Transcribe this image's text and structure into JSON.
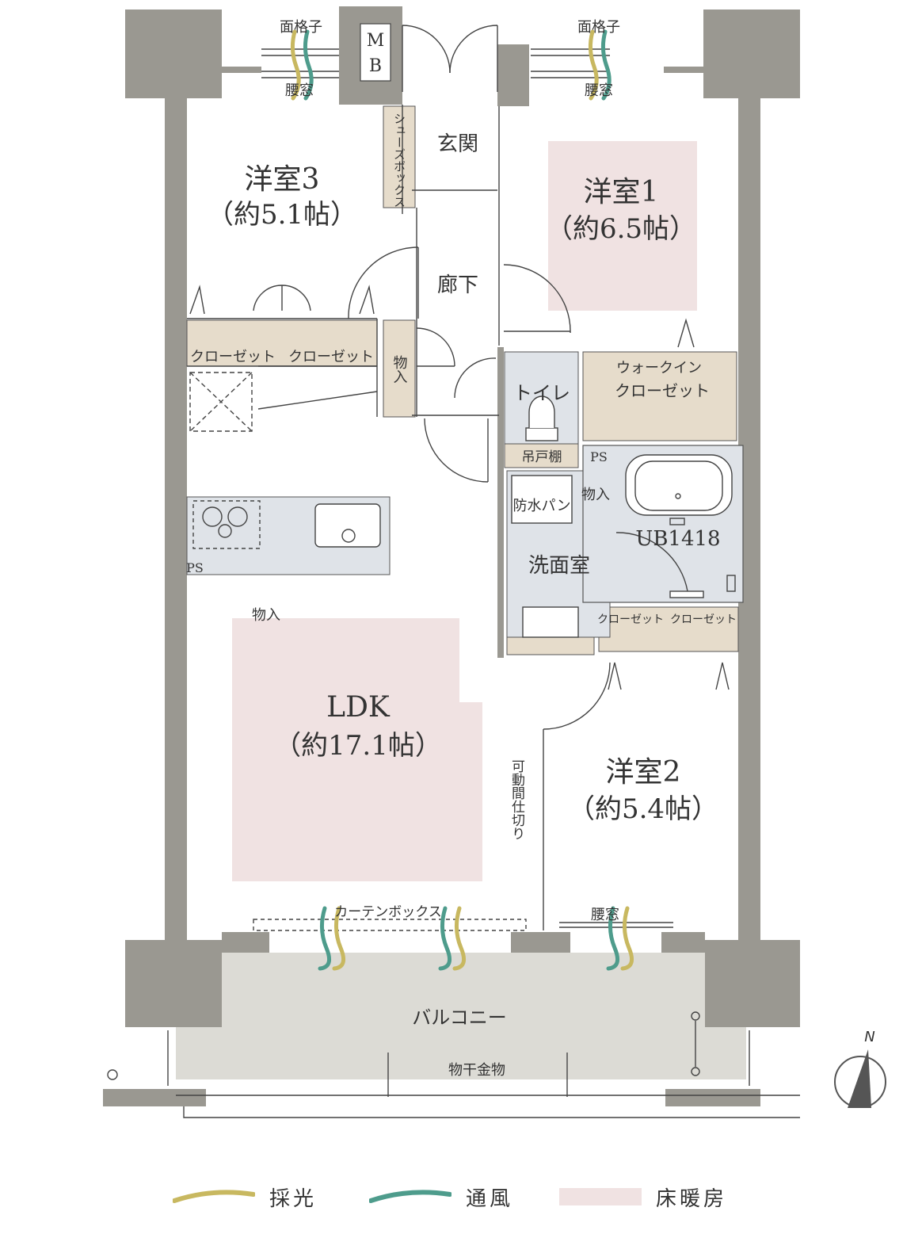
{
  "rooms": {
    "western3": {
      "name": "洋室3",
      "size": "（約5.1帖）"
    },
    "western1": {
      "name": "洋室1",
      "size": "（約6.5帖）"
    },
    "western2": {
      "name": "洋室2",
      "size": "（約5.4帖）"
    },
    "ldk": {
      "name": "LDK",
      "size": "（約17.1帖）"
    },
    "entrance": "玄関",
    "hallway": "廊下",
    "toilet": "トイレ",
    "washroom": "洗面室",
    "bath": "UB1418",
    "balcony": "バルコニー",
    "mb": {
      "m": "M",
      "b": "B"
    }
  },
  "labels": {
    "lattice_left": "面格子",
    "lattice_right": "面格子",
    "waist_window_left": "腰窓",
    "waist_window_right": "腰窓",
    "waist_window_bottom": "腰窓",
    "shoe_box": "シューズボックス",
    "closet_a": "クローゼット",
    "closet_b": "クローゼット",
    "closet_c": "クローゼット",
    "closet_d": "クローゼット",
    "storage_hall": "物入",
    "storage_wash": "物入",
    "storage_kitchen": "物入",
    "walkin_line1": "ウォークイン",
    "walkin_line2": "クローゼット",
    "hanging_shelf": "吊戸棚",
    "waterproof_pan": "防水パン",
    "ps_kitchen": "PS",
    "ps_bath": "PS",
    "movable_partition": "可動間仕切り",
    "curtain_box": "カーテンボックス",
    "laundry_hanger": "物干金物",
    "north": "N"
  },
  "legend": [
    {
      "label": "採光",
      "color": "#c8b860"
    },
    {
      "label": "通風",
      "color": "#4e9c8c"
    },
    {
      "label": "床暖房",
      "color": "#f0e2e2"
    }
  ],
  "colors": {
    "wall": "#9a9891",
    "closet": "#e6dccb",
    "wet": "#dfe3e8",
    "floor_heating": "#f0e2e2",
    "balcony": "#dcdbd5"
  }
}
